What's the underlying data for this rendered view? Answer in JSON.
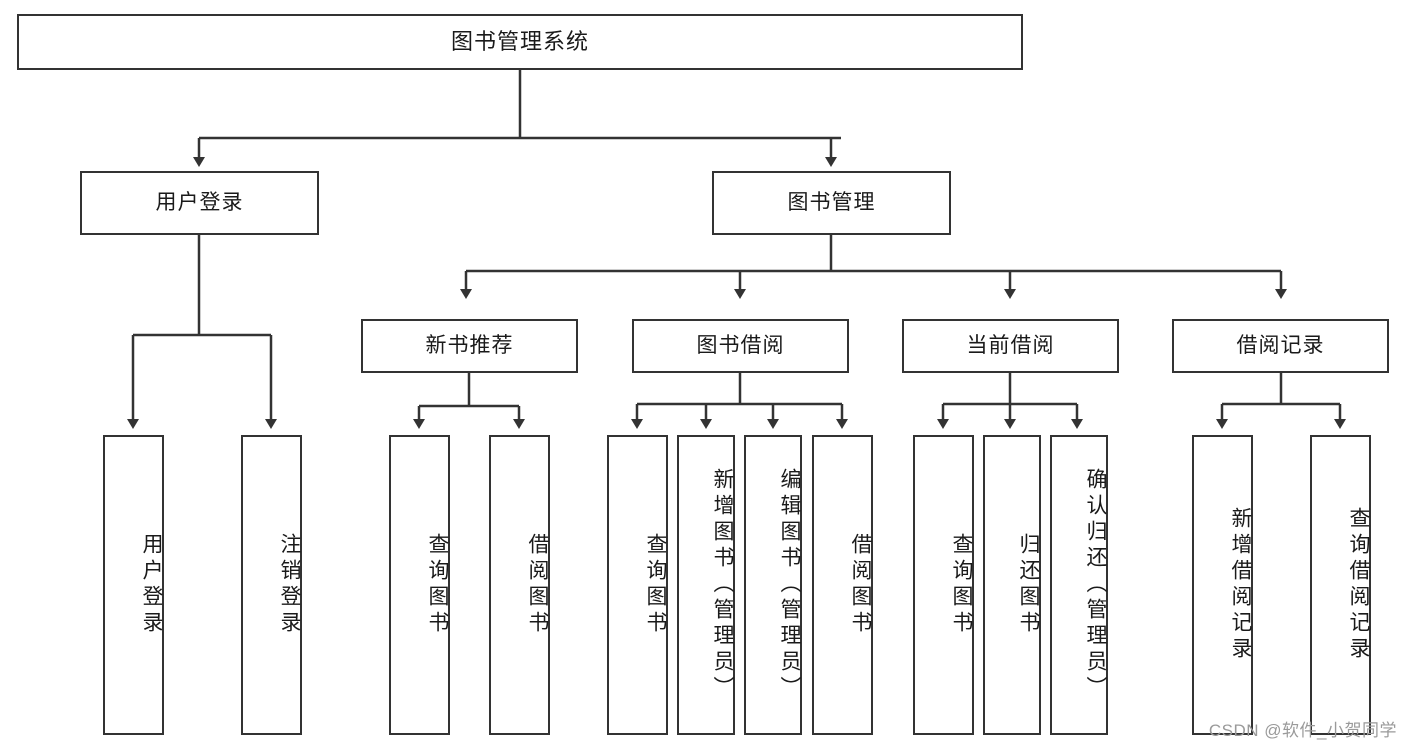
{
  "diagram": {
    "title": "图书管理系统",
    "watermark": "CSDN @软件_小贺同学",
    "colors": {
      "stroke": "#333333",
      "background": "#ffffff",
      "text": "#1a1a1a",
      "watermark": "#9a9a9a"
    },
    "root": {
      "label": "图书管理系统"
    },
    "level2": [
      {
        "label": "用户登录"
      },
      {
        "label": "图书管理"
      }
    ],
    "level3": [
      {
        "label": "新书推荐"
      },
      {
        "label": "图书借阅"
      },
      {
        "label": "当前借阅"
      },
      {
        "label": "借阅记录"
      }
    ],
    "leaves": {
      "user_login": [
        {
          "label": "用户登录"
        },
        {
          "label": "注销登录"
        }
      ],
      "new_book_recommend": [
        {
          "label": "查询图书"
        },
        {
          "label": "借阅图书"
        }
      ],
      "book_borrow": [
        {
          "label": "查询图书"
        },
        {
          "label": "新增图书（管理员）"
        },
        {
          "label": "编辑图书（管理员）"
        },
        {
          "label": "借阅图书"
        }
      ],
      "current_borrow": [
        {
          "label": "查询图书"
        },
        {
          "label": "归还图书"
        },
        {
          "label": "确认归还（管理员）"
        }
      ],
      "borrow_record": [
        {
          "label": "新增借阅记录"
        },
        {
          "label": "查询借阅记录"
        }
      ]
    }
  }
}
